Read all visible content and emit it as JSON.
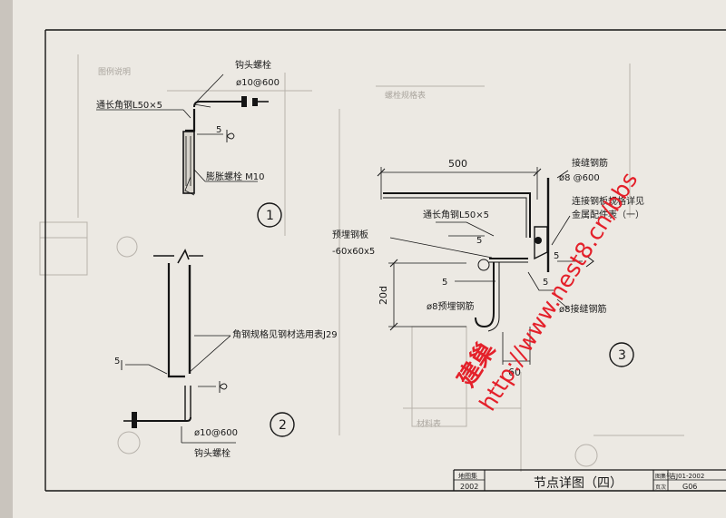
{
  "title_block": {
    "label_top_left": "地图集",
    "label_bottom_left": "2002",
    "title": "节点详图（四）",
    "atlas_label": "图集号",
    "atlas_value": "吉J01-2002",
    "page_label": "页次",
    "page_value": "G06"
  },
  "details": {
    "d1": {
      "number": "1",
      "hook_bolt": "钩头螺栓",
      "hook_bolt_spec": "ø10@600",
      "angle": "通长角钢L50×5",
      "weld": "5",
      "expansion_bolt": "膨胀螺栓 M10"
    },
    "d2": {
      "number": "2",
      "angle_note": "角钢规格见钢材选用表J29",
      "weld": "5",
      "hook_bolt_spec": "ø10@600",
      "hook_bolt": "钩头螺栓"
    },
    "d3": {
      "number": "3",
      "dim_500": "500",
      "joint_bar": "接缝钢筋",
      "joint_bar_spec": "ø8 @600",
      "angle": "通长角钢L50×5",
      "plate_note_1": "连接钢板规格详见",
      "plate_note_2": "金属配件表（一）",
      "embed_plate": "预埋钢板",
      "embed_plate_spec": "-60x60x5",
      "weld_1": "5",
      "weld_2": "5",
      "weld_3": "5",
      "weld_4": "5",
      "dim_20d": "20d",
      "embed_bar": "ø8预埋钢筋",
      "joint_bar_2": "ø8接缝钢筋",
      "dim_60": "60"
    }
  },
  "watermark": {
    "brand": "建巢",
    "url": "http://www.nest8.cn/bbs",
    "color": "#e4202a"
  }
}
